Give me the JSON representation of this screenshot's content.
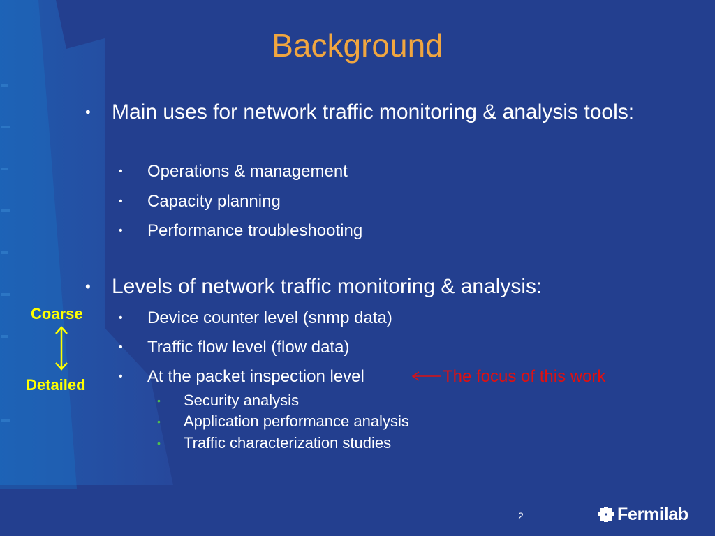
{
  "slide": {
    "title": "Background",
    "sections": [
      {
        "text": "Main uses for network traffic monitoring & analysis tools:",
        "items": [
          "Operations & management",
          "Capacity planning",
          "Performance troubleshooting"
        ]
      },
      {
        "text": "Levels of network traffic monitoring & analysis:",
        "items": [
          "Device counter level (snmp data)",
          "Traffic flow level (flow data)",
          "At the packet inspection level"
        ],
        "subitems": [
          "Security analysis",
          "Application performance analysis",
          "Traffic characterization studies"
        ]
      }
    ],
    "focus_note": "The focus of this work",
    "scale_top": "Coarse",
    "scale_bottom": "Detailed",
    "bullet": "•",
    "page_number": "2",
    "logo_text": "Fermilab"
  },
  "colors": {
    "background": "#233f8f",
    "title": "#f0a640",
    "focus_note": "#e01010",
    "scale_labels": "#ffff00",
    "sub_bullets": "#4fbf4f"
  }
}
